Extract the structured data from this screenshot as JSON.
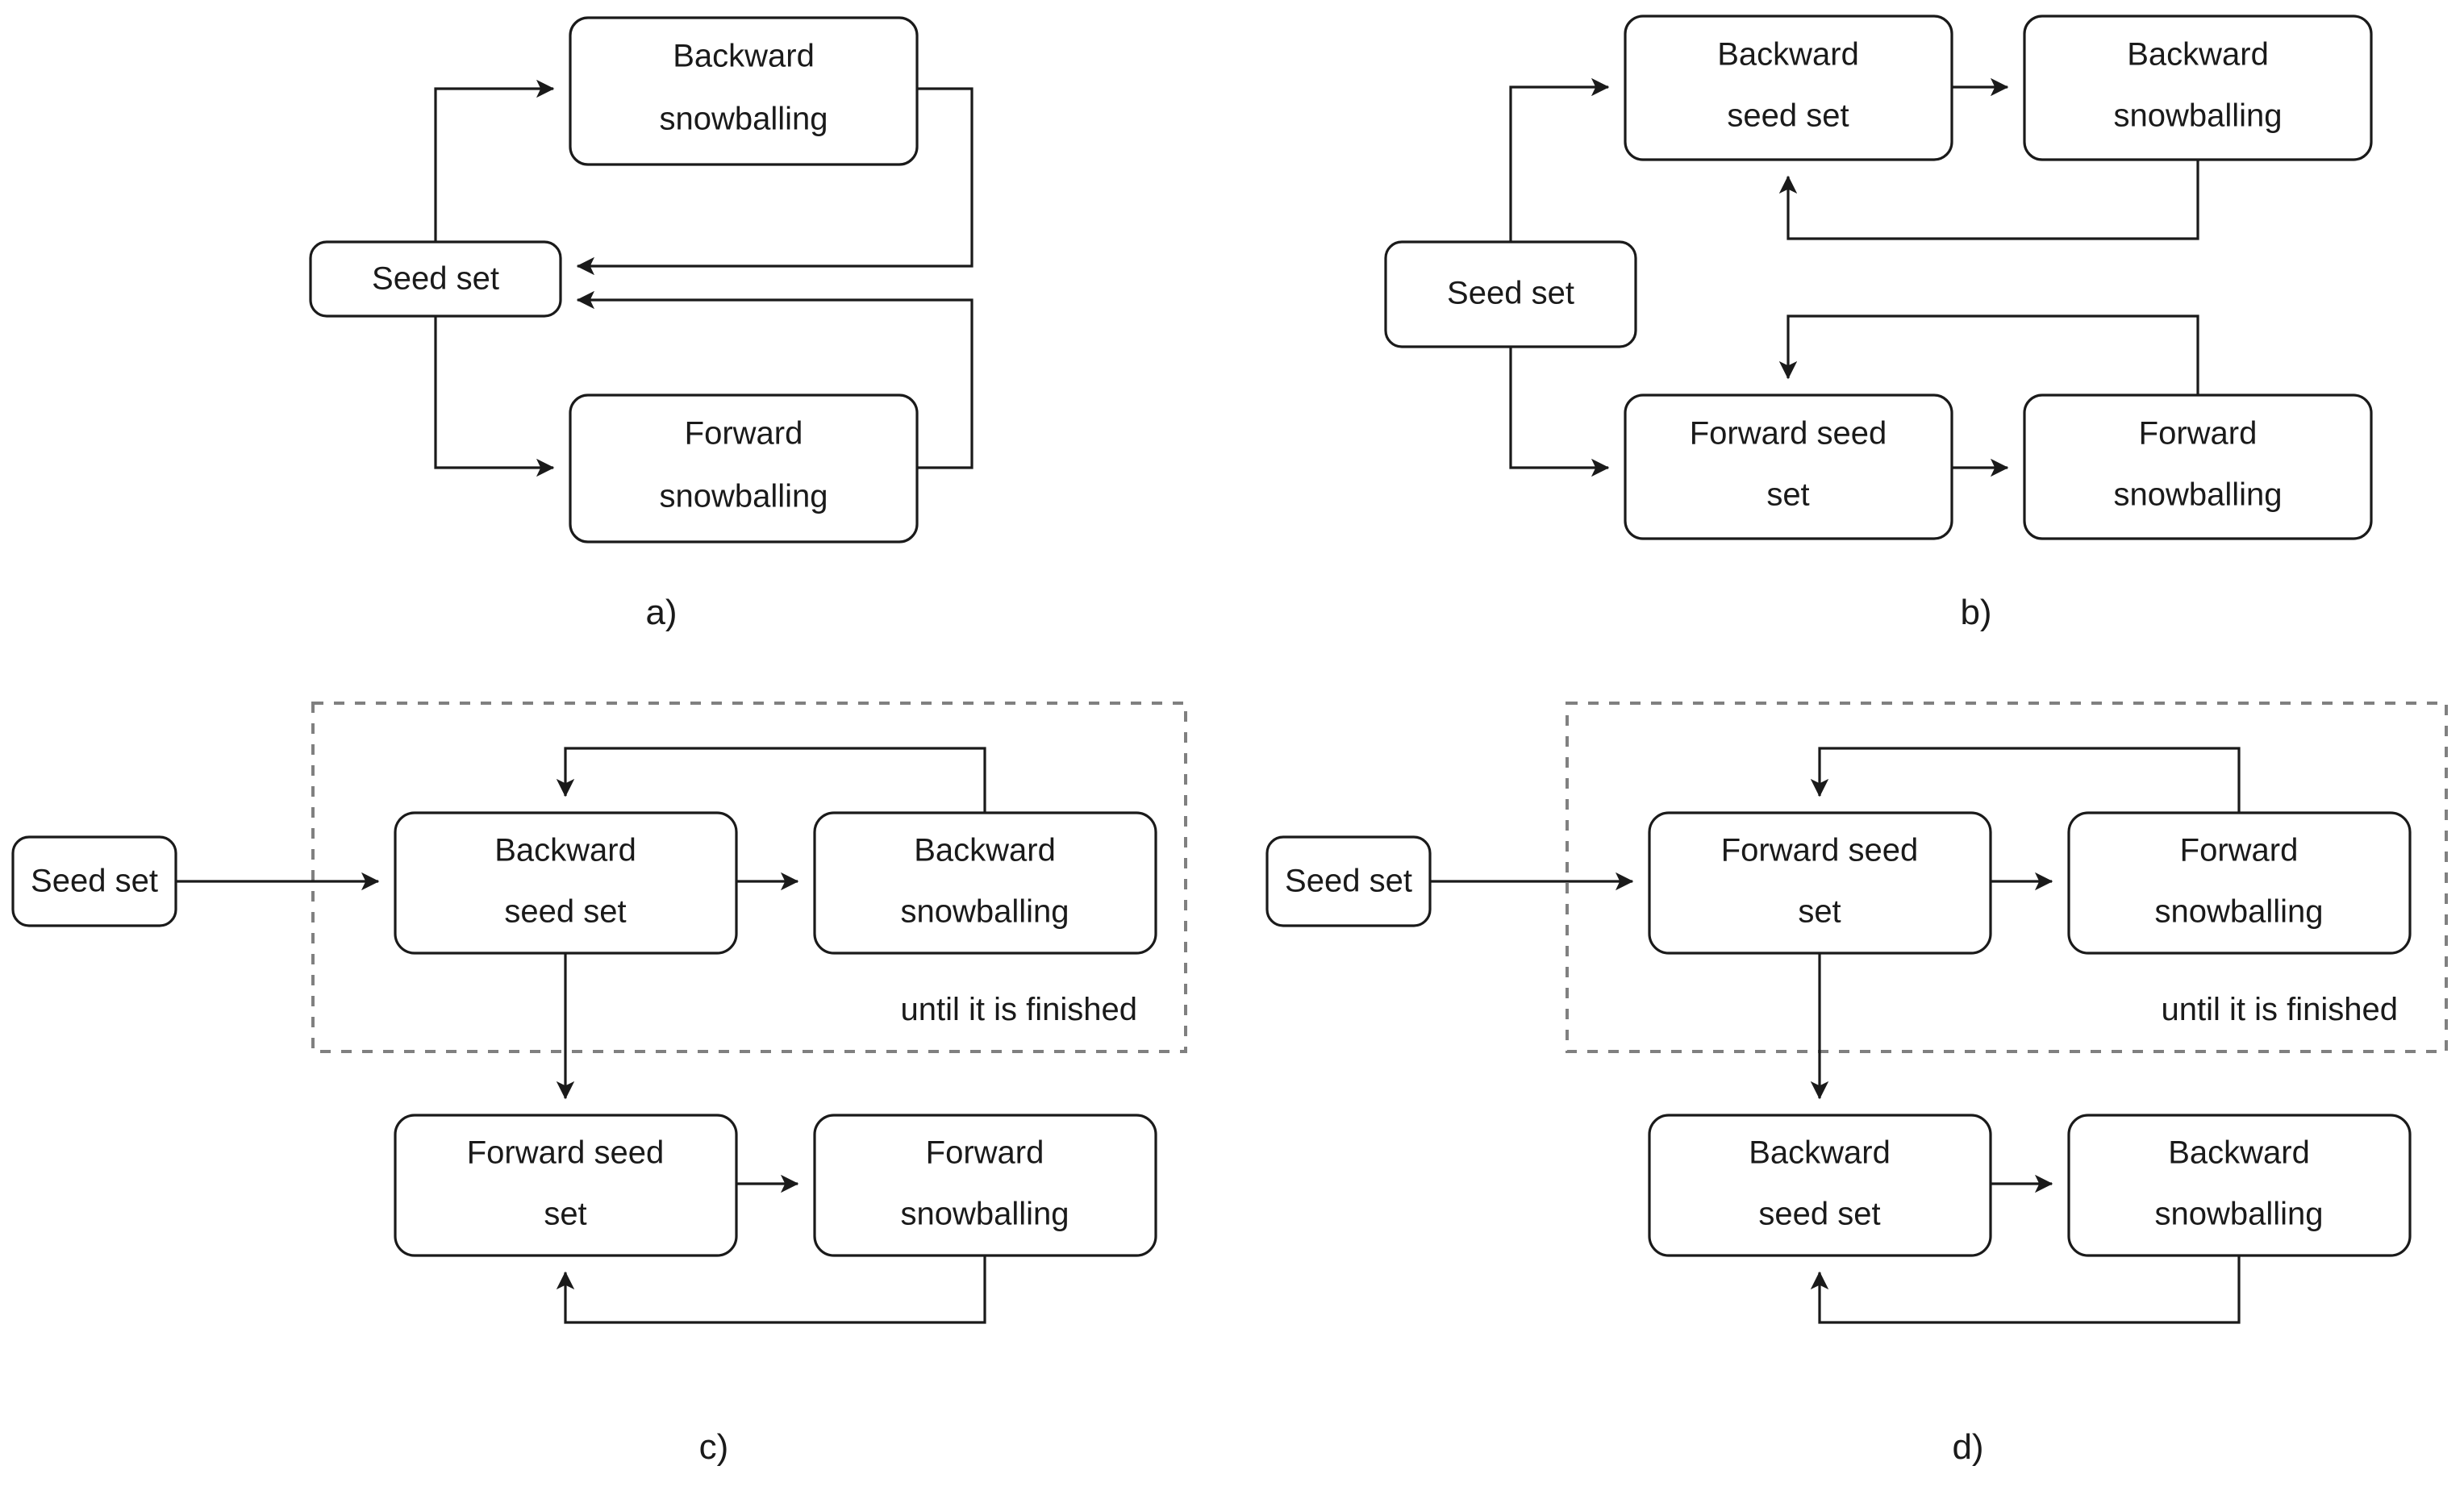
{
  "figure": {
    "labels": {
      "seed_set": "Seed set",
      "backward_snowballing": "Backward\nsnowballing",
      "forward_snowballing": "Forward\nsnowballing",
      "backward_seed_set": "Backward\nseed set",
      "forward_seed_set": "Forward seed\nset",
      "until_finished": "until it is finished"
    },
    "colors": {
      "stroke": "#1a1a1a",
      "box_fill": "#ffffff",
      "dashed_border": "#808080",
      "background": "#ffffff"
    },
    "panels": [
      {
        "id": "a",
        "caption": "a)",
        "nodes": [
          {
            "name": "seed-set",
            "label": "Seed set",
            "lines": [
              "Seed set"
            ]
          },
          {
            "name": "backward-snowballing",
            "label": "Backward snowballing",
            "lines": [
              "Backward",
              "snowballing"
            ]
          },
          {
            "name": "forward-snowballing",
            "label": "Forward snowballing",
            "lines": [
              "Forward",
              "snowballing"
            ]
          }
        ],
        "edges": [
          {
            "from": "seed-set",
            "to": "backward-snowballing"
          },
          {
            "from": "backward-snowballing",
            "to": "seed-set"
          },
          {
            "from": "seed-set",
            "to": "forward-snowballing"
          },
          {
            "from": "forward-snowballing",
            "to": "seed-set"
          }
        ],
        "loop_box": null
      },
      {
        "id": "b",
        "caption": "b)",
        "nodes": [
          {
            "name": "seed-set",
            "label": "Seed set",
            "lines": [
              "Seed set"
            ]
          },
          {
            "name": "backward-seed-set",
            "label": "Backward seed set",
            "lines": [
              "Backward",
              "seed set"
            ]
          },
          {
            "name": "backward-snowballing",
            "label": "Backward snowballing",
            "lines": [
              "Backward",
              "snowballing"
            ]
          },
          {
            "name": "forward-seed-set",
            "label": "Forward seed set",
            "lines": [
              "Forward seed",
              "set"
            ]
          },
          {
            "name": "forward-snowballing",
            "label": "Forward snowballing",
            "lines": [
              "Forward",
              "snowballing"
            ]
          }
        ],
        "edges": [
          {
            "from": "seed-set",
            "to": "backward-seed-set"
          },
          {
            "from": "backward-seed-set",
            "to": "backward-snowballing"
          },
          {
            "from": "backward-snowballing",
            "to": "backward-seed-set"
          },
          {
            "from": "seed-set",
            "to": "forward-seed-set"
          },
          {
            "from": "forward-seed-set",
            "to": "forward-snowballing"
          },
          {
            "from": "forward-snowballing",
            "to": "forward-seed-set"
          }
        ],
        "loop_box": null
      },
      {
        "id": "c",
        "caption": "c)",
        "nodes": [
          {
            "name": "seed-set",
            "label": "Seed set",
            "lines": [
              "Seed set"
            ]
          },
          {
            "name": "backward-seed-set",
            "label": "Backward seed set",
            "lines": [
              "Backward",
              "seed set"
            ]
          },
          {
            "name": "backward-snowballing",
            "label": "Backward snowballing",
            "lines": [
              "Backward",
              "snowballing"
            ]
          },
          {
            "name": "forward-seed-set",
            "label": "Forward seed set",
            "lines": [
              "Forward seed",
              "set"
            ]
          },
          {
            "name": "forward-snowballing",
            "label": "Forward snowballing",
            "lines": [
              "Forward",
              "snowballing"
            ]
          }
        ],
        "edges": [
          {
            "from": "seed-set",
            "to": "backward-seed-set"
          },
          {
            "from": "backward-seed-set",
            "to": "backward-snowballing"
          },
          {
            "from": "backward-snowballing",
            "to": "backward-seed-set"
          },
          {
            "from": "backward-seed-set",
            "to": "forward-seed-set"
          },
          {
            "from": "forward-seed-set",
            "to": "forward-snowballing"
          },
          {
            "from": "forward-snowballing",
            "to": "forward-seed-set"
          }
        ],
        "loop_box": {
          "label": "until it is finished",
          "encloses": [
            "backward-seed-set",
            "backward-snowballing"
          ]
        }
      },
      {
        "id": "d",
        "caption": "d)",
        "nodes": [
          {
            "name": "seed-set",
            "label": "Seed set",
            "lines": [
              "Seed set"
            ]
          },
          {
            "name": "forward-seed-set",
            "label": "Forward seed set",
            "lines": [
              "Forward seed",
              "set"
            ]
          },
          {
            "name": "forward-snowballing",
            "label": "Forward snowballing",
            "lines": [
              "Forward",
              "snowballing"
            ]
          },
          {
            "name": "backward-seed-set",
            "label": "Backward seed set",
            "lines": [
              "Backward",
              "seed set"
            ]
          },
          {
            "name": "backward-snowballing",
            "label": "Backward snowballing",
            "lines": [
              "Backward",
              "snowballing"
            ]
          }
        ],
        "edges": [
          {
            "from": "seed-set",
            "to": "forward-seed-set"
          },
          {
            "from": "forward-seed-set",
            "to": "forward-snowballing"
          },
          {
            "from": "forward-snowballing",
            "to": "forward-seed-set"
          },
          {
            "from": "forward-seed-set",
            "to": "backward-seed-set"
          },
          {
            "from": "backward-seed-set",
            "to": "backward-snowballing"
          },
          {
            "from": "backward-snowballing",
            "to": "backward-seed-set"
          }
        ],
        "loop_box": {
          "label": "until it is finished",
          "encloses": [
            "forward-seed-set",
            "forward-snowballing"
          ]
        }
      }
    ]
  }
}
